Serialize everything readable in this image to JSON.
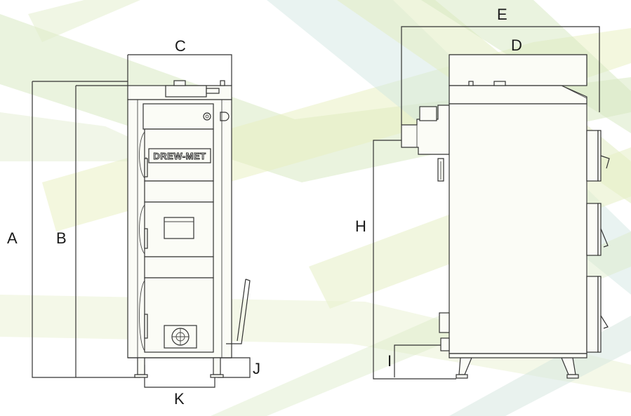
{
  "brand_plate": "DREW-MET",
  "dimension_labels": {
    "A": "A",
    "B": "B",
    "C": "C",
    "D": "D",
    "E": "E",
    "H": "H",
    "I": "I",
    "J": "J",
    "K": "K"
  },
  "colors": {
    "line": "#333333",
    "background_stripes": [
      "#d8e9bf",
      "#e6efb6",
      "#cfe3df",
      "#e9f1c9"
    ]
  }
}
